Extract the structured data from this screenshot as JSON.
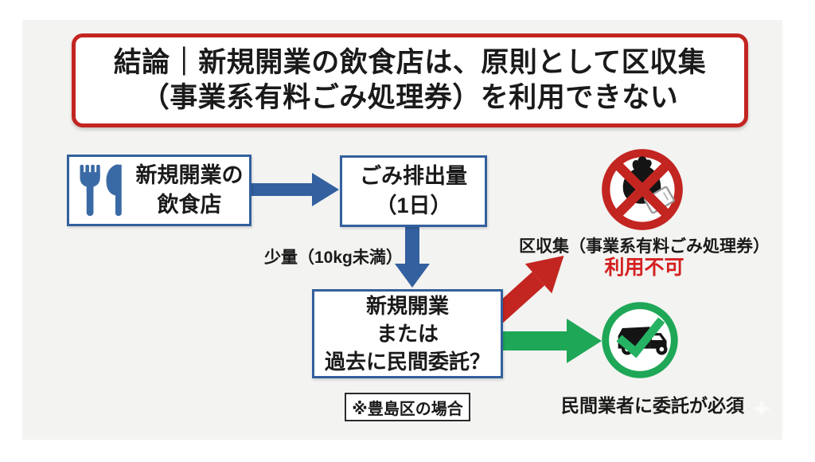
{
  "title": {
    "line1": "結論｜新規開業の飲食店は、原則として区収集",
    "line2": "（事業系有料ごみ処理券）を利用できない"
  },
  "flow": {
    "restaurant": {
      "line1": "新規開業の",
      "line2": "飲食店"
    },
    "waste": {
      "line1": "ごみ排出量",
      "line2": "（1日）"
    },
    "small_amount_label": "少量（10kg未満）",
    "decision": {
      "line1": "新規開業",
      "line2": "または",
      "line3": "過去に民間委託？"
    },
    "note": "※豊島区の場合"
  },
  "outcomes": {
    "denied": {
      "line1": "区収集（事業系有料ごみ処理券）",
      "line2": "利用不可"
    },
    "required": {
      "label": "民間業者に委託が必須"
    }
  },
  "icons": {
    "restaurant": "fork-knife-icon",
    "denied": "crossed-garbage-bag-prohibition-icon",
    "required": "garbage-truck-check-icon",
    "flow_arrows": [
      "blue-arrow-right",
      "blue-arrow-down",
      "red-arrow-up-right",
      "green-arrow-right"
    ]
  },
  "colors": {
    "blue": "#33609e",
    "blue-icon": "#3a6aa5",
    "red": "#c32521",
    "red-text": "#d42020",
    "green": "#1ea757",
    "green-check": "#25b263",
    "ink": "#1a1a1a",
    "slide-bg": "#f3f3f1"
  }
}
